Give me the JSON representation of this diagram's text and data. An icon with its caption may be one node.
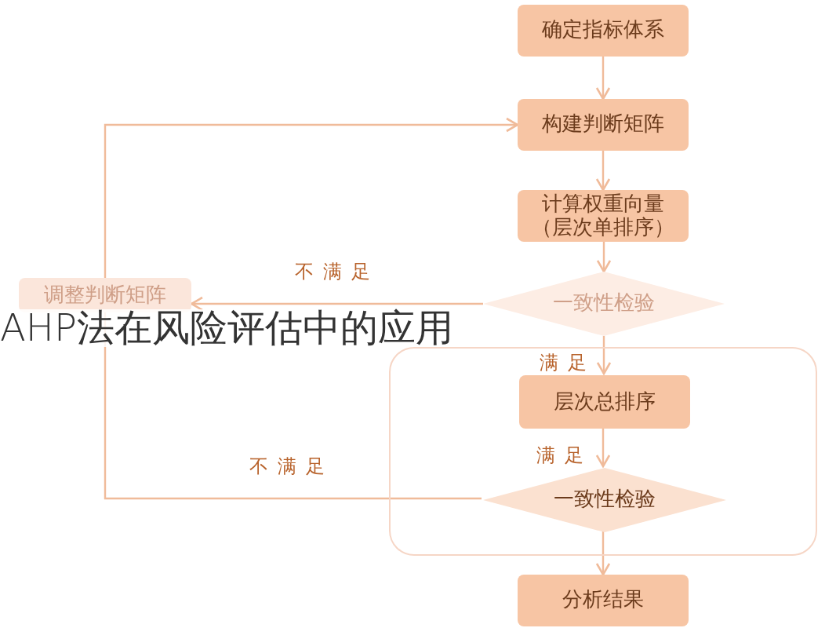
{
  "diagram": {
    "title": "AHP法在风险评估中的应用",
    "nodes": [
      {
        "text": [
          "确定指标体系"
        ]
      },
      {
        "text": [
          "构建判断矩阵"
        ]
      },
      {
        "text": [
          "计算权重向量（层次单排序）"
        ]
      },
      {
        "text": [
          "一致性检验"
        ]
      },
      {
        "text": [
          "调整判断矩阵"
        ]
      },
      {
        "text": [],
        "shape": "box"
      },
      {
        "text": [
          "层次总排序"
        ],
        "in": 5
      },
      {
        "text": [
          "一致性检验"
        ],
        "in": 5
      },
      {
        "text": [
          "分析结果"
        ]
      }
    ],
    "edges": [
      {
        "from": 0,
        "to": 1,
        "arrow": "to"
      },
      {
        "from": 1,
        "to": 2,
        "arrow": "to"
      },
      {
        "from": 2,
        "to": 3,
        "arrow": "to"
      },
      {
        "from": 3,
        "to": 4,
        "arrow": "to",
        "label": "不满足"
      },
      {
        "from": 4,
        "to": 1,
        "arrow": "to"
      },
      {
        "from": 3,
        "to": 6,
        "arrow": "to",
        "label": "满足"
      },
      {
        "from": 6,
        "to": 7,
        "arrow": "to",
        "label": "满足"
      },
      {
        "from": 7,
        "to": 4,
        "arrow": "none",
        "label": "不满足"
      },
      {
        "from": 7,
        "to": 8,
        "arrow": "to"
      }
    ]
  }
}
